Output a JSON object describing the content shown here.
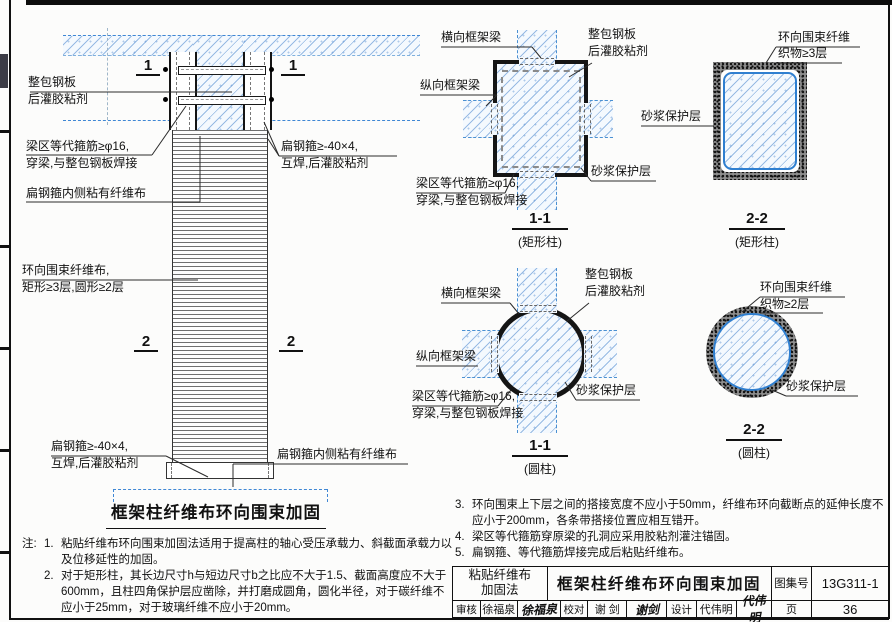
{
  "labels": {
    "wrap_plate_l1": "整包钢板",
    "wrap_plate_l2": "后灌胶粘剂",
    "stirrup_l1": "梁区等代箍筋≥φ16,",
    "stirrup_l2": "穿梁,与整包钢板焊接",
    "flat_hoop_inner": "扁钢箍内侧粘有纤维布",
    "hoop_fiber_l1": "环向围束纤维布,",
    "hoop_fiber_l2": "矩形≥3层,圆形≥2层",
    "flat_hoop_l1": "扁钢箍≥-40×4,",
    "flat_hoop_l2": "互焊,后灌胶粘剂",
    "beam_transverse": "横向框架梁",
    "beam_longitudinal": "纵向框架梁",
    "mortar_layer": "砂浆保护层",
    "fiber_wrap_l1": "环向围束纤维",
    "fiber_wrap_3layers": "织物≥3层",
    "fiber_wrap_2layers": "织物≥2层"
  },
  "elevation": {
    "caption": "框架柱纤维布环向围束加固",
    "mark_1": "1",
    "mark_2": "2"
  },
  "sections": {
    "rect11": {
      "caption": "1-1",
      "sub": "(矩形柱)"
    },
    "rect22": {
      "caption": "2-2",
      "sub": "(矩形柱)"
    },
    "circ11": {
      "caption": "1-1",
      "sub": "(圆柱)"
    },
    "circ22": {
      "caption": "2-2",
      "sub": "(圆柱)"
    }
  },
  "notes": {
    "prefix": "注:",
    "items": [
      {
        "no": "1.",
        "text": "粘贴纤维布环向围束加固法适用于提高柱的轴心受压承载力、斜截面承载力以及位移延性的加固。"
      },
      {
        "no": "2.",
        "text": "对于矩形柱，其长边尺寸h与短边尺寸b之比应不大于1.5、截面高度应不大于600mm，且柱四角保护层应凿除，并打磨成圆角，圆化半径，对于碳纤维不应小于25mm，对于玻璃纤维不应小于20mm。"
      },
      {
        "no": "3.",
        "text": "环向围束上下层之间的搭接宽度不应小于50mm，纤维布环向截断点的延伸长度不应小于200mm，各条带搭接位置应相互错开。"
      },
      {
        "no": "4.",
        "text": "梁区等代箍筋穿原梁的孔洞应采用胶粘剂灌注锚固。"
      },
      {
        "no": "5.",
        "text": "扁钢箍、等代箍筋焊接完成后粘贴纤维布。"
      }
    ]
  },
  "titleblock": {
    "method_l1": "粘贴纤维布",
    "method_l2": "加固法",
    "title": "框架柱纤维布环向围束加固",
    "atlas_label": "图集号",
    "atlas_no": "13G311-1",
    "page_label": "页",
    "page_no": "36",
    "review_label": "审核",
    "reviewer": "徐福泉",
    "reviewer_sig": "徐福泉",
    "check_label": "校对",
    "checker": "谢 剑",
    "checker_sig": "谢剑",
    "design_label": "设计",
    "designer": "代伟明",
    "designer_sig": "代伟明"
  }
}
